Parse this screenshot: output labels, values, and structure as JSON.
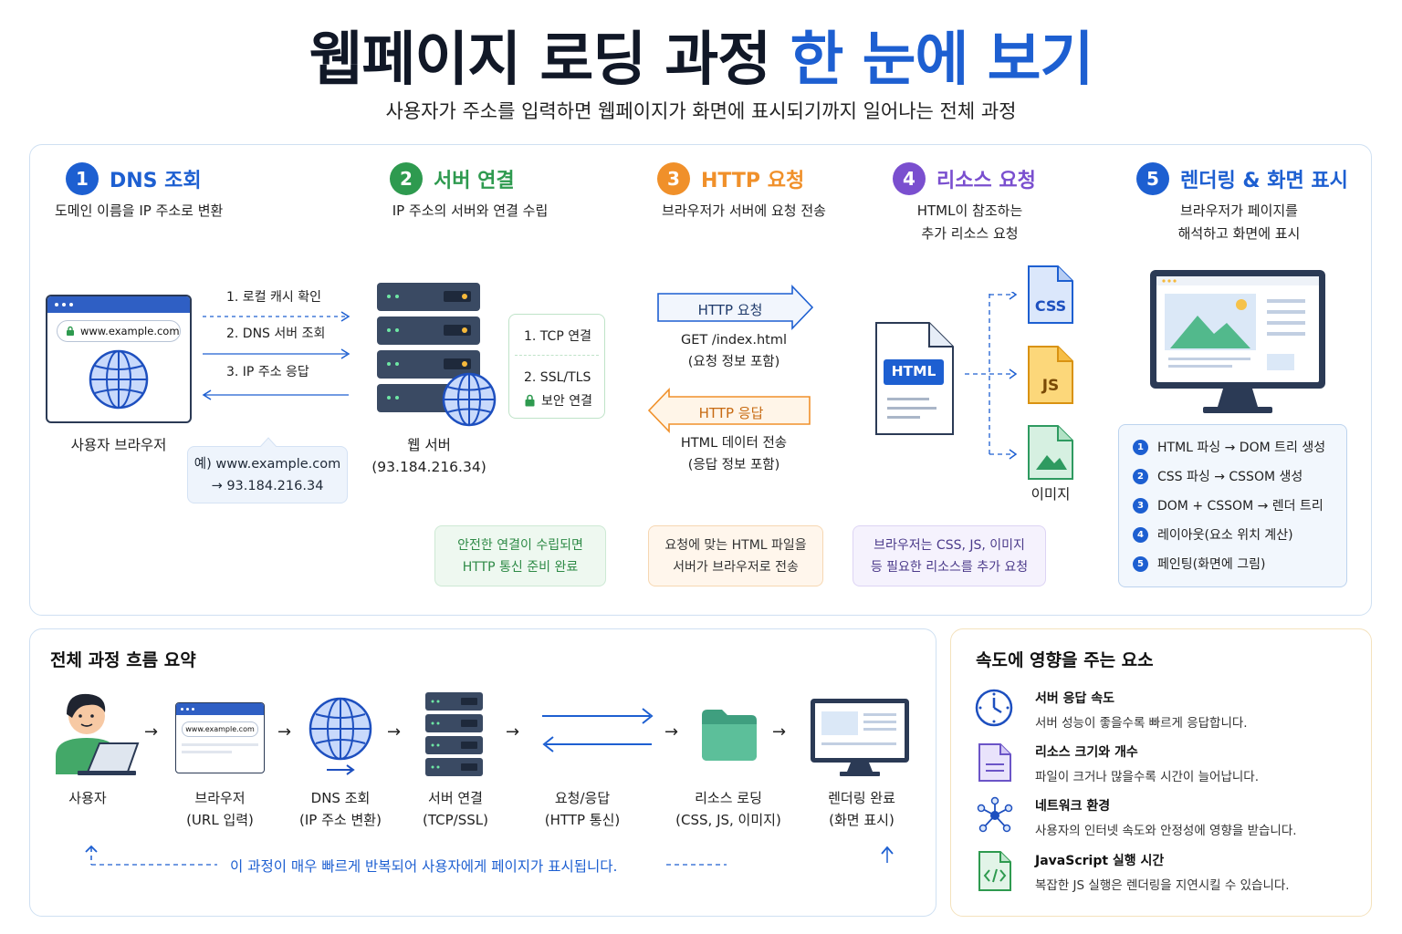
{
  "title": {
    "main": "웹페이지 로딩 과정",
    "highlight": "한 눈에 보기"
  },
  "subtitle": "사용자가 주소를 입력하면 웹페이지가 화면에 표시되기까지 일어나는 전체 과정",
  "steps": [
    {
      "num": "1",
      "title": "DNS 조회",
      "desc": [
        "도메인 이름을 IP 주소로 변환"
      ],
      "color": "#1d5fd1"
    },
    {
      "num": "2",
      "title": "서버 연결",
      "desc": [
        "IP 주소의 서버와 연결 수립"
      ],
      "color": "#2e9a4f"
    },
    {
      "num": "3",
      "title": "HTTP 요청",
      "desc": [
        "브라우저가 서버에 요청 전송"
      ],
      "color": "#f0902a"
    },
    {
      "num": "4",
      "title": "리소스 요청",
      "desc": [
        "HTML이 참조하는",
        "추가 리소스 요청"
      ],
      "color": "#7a4fcf"
    },
    {
      "num": "5",
      "title": "렌더링 & 화면 표시",
      "desc": [
        "브라우저가 페이지를",
        "해석하고 화면에 표시"
      ],
      "color": "#1d5fd1"
    }
  ],
  "dns": {
    "url": "www.example.com",
    "browser_label": "사용자 브라우저",
    "arrows": [
      "1. 로컬 캐시 확인",
      "2. DNS 서버 조회",
      "3. IP 주소 응답"
    ],
    "example": [
      "예) www.example.com",
      "→ 93.184.216.34"
    ]
  },
  "server": {
    "label": [
      "웹 서버",
      "(93.184.216.34)"
    ],
    "tcp": "1. TCP 연결",
    "ssl": "2. SSL/TLS",
    "secure": "보안 연결",
    "note": [
      "안전한 연결이 수립되면",
      "HTTP 통신 준비 완료"
    ]
  },
  "http": {
    "request_label": "HTTP 요청",
    "request_detail": [
      "GET /index.html",
      "(요청 정보 포함)"
    ],
    "response_label": "HTTP 응답",
    "response_detail": [
      "HTML 데이터 전송",
      "(응답 정보 포함)"
    ],
    "note": [
      "요청에 맞는 HTML 파일을",
      "서버가 브라우저로 전송"
    ]
  },
  "resources": {
    "html": "HTML",
    "css": "CSS",
    "js": "JS",
    "image_label": "이미지",
    "note": [
      "브라우저는 CSS, JS, 이미지",
      "등 필요한 리소스를 추가 요청"
    ]
  },
  "render": {
    "items": [
      {
        "num": "1",
        "text": "HTML 파싱 → DOM 트리 생성"
      },
      {
        "num": "2",
        "text": "CSS 파싱 → CSSOM 생성"
      },
      {
        "num": "3",
        "text": "DOM + CSSOM → 렌더 트리"
      },
      {
        "num": "4",
        "text": "레이아웃(요소 위치 계산)"
      },
      {
        "num": "5",
        "text": "페인팅(화면에 그림)"
      }
    ]
  },
  "summary": {
    "title": "전체 과정 흐름 요약",
    "url_mini": "www.example.com",
    "items": [
      {
        "line1": "사용자",
        "line2": ""
      },
      {
        "line1": "브라우저",
        "line2": "(URL 입력)"
      },
      {
        "line1": "DNS 조회",
        "line2": "(IP 주소 변환)"
      },
      {
        "line1": "서버 연결",
        "line2": "(TCP/SSL)"
      },
      {
        "line1": "요청/응답",
        "line2": "(HTTP 통신)"
      },
      {
        "line1": "리소스 로딩",
        "line2": "(CSS, JS, 이미지)"
      },
      {
        "line1": "렌더링 완료",
        "line2": "(화면 표시)"
      }
    ],
    "loop_text": "이 과정이 매우 빠르게 반복되어 사용자에게 페이지가 표시됩니다."
  },
  "factors": {
    "title": "속도에 영향을 주는 요소",
    "items": [
      {
        "title": "서버 응답 속도",
        "desc": "서버 성능이 좋을수록 빠르게 응답합니다.",
        "icon": "clock-icon"
      },
      {
        "title": "리소스 크기와 개수",
        "desc": "파일이 크거나 많을수록 시간이 늘어납니다.",
        "icon": "document-icon"
      },
      {
        "title": "네트워크 환경",
        "desc": "사용자의 인터넷 속도와 안정성에 영향을 받습니다.",
        "icon": "network-icon"
      },
      {
        "title": "JavaScript 실행 시간",
        "desc": "복잡한 JS 실행은 렌더링을 지연시킬 수 있습니다.",
        "icon": "code-file-icon"
      }
    ]
  },
  "colors": {
    "blue": "#1d5fd1",
    "green": "#2e9a4f",
    "orange": "#f0902a",
    "purple": "#7a4fcf",
    "navy": "#3a4a63"
  }
}
